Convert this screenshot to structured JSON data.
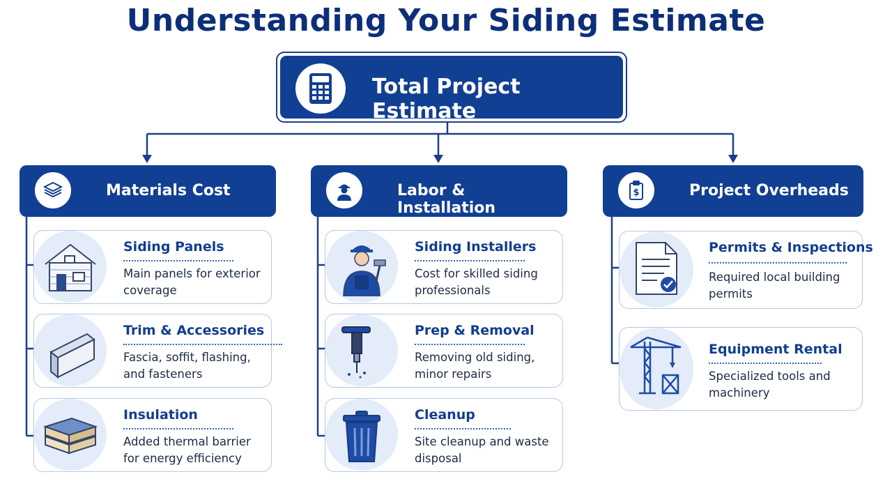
{
  "title": "Understanding Your Siding Estimate",
  "root": {
    "label": "Total Project Estimate",
    "icon": "calculator-icon"
  },
  "columns": [
    {
      "label": "Materials Cost",
      "icon": "stacked-panels-icon",
      "items": [
        {
          "title": "Siding Panels",
          "desc": "Main panels for exterior coverage",
          "icon": "house-icon"
        },
        {
          "title": "Trim & Accessories",
          "desc": "Fascia, soffit, flashing, and fasteners",
          "icon": "trim-beam-icon"
        },
        {
          "title": "Insulation",
          "desc": "Added thermal barrier for energy efficiency",
          "icon": "insulation-layers-icon"
        }
      ]
    },
    {
      "label": "Labor & Installation",
      "icon": "worker-icon",
      "items": [
        {
          "title": "Siding Installers",
          "desc": "Cost for skilled siding professionals",
          "icon": "installer-hammer-icon"
        },
        {
          "title": "Prep & Removal",
          "desc": "Removing old siding, minor repairs",
          "icon": "jackhammer-icon"
        },
        {
          "title": "Cleanup",
          "desc": "Site cleanup and waste disposal",
          "icon": "trash-can-icon"
        }
      ]
    },
    {
      "label": "Project Overheads",
      "icon": "clipboard-dollar-icon",
      "items": [
        {
          "title": "Permits & Inspections",
          "desc": "Required local building permits",
          "icon": "permit-document-icon"
        },
        {
          "title": "Equipment Rental",
          "desc": "Specialized tools and machinery",
          "icon": "crane-icon"
        }
      ]
    }
  ],
  "colors": {
    "navy": "#113f93",
    "title": "#0d2f7a",
    "card_border": "#b7c6e2",
    "icon_bg": "#e3ecf8"
  }
}
